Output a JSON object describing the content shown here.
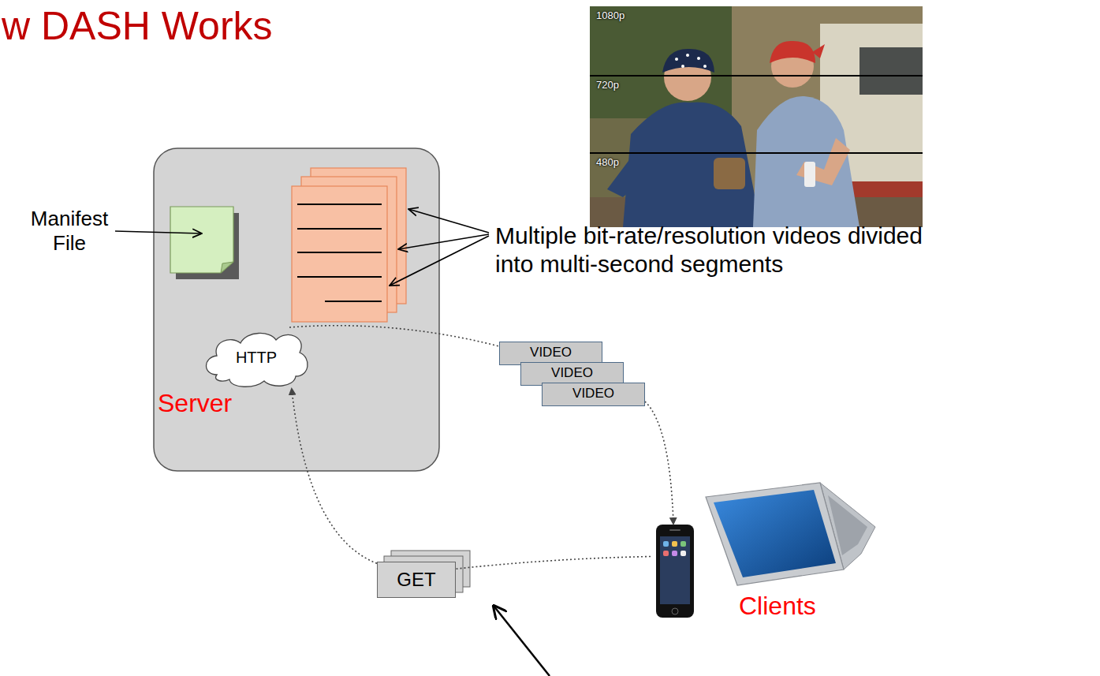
{
  "diagram": {
    "title": "w DASH Works",
    "nodes": [
      {
        "text": [
          "Server"
        ]
      },
      {
        "text": [
          "HTTP"
        ],
        "in": 0
      },
      {
        "text": [
          "VIDEO"
        ]
      },
      {
        "text": [
          "VIDEO"
        ]
      },
      {
        "text": [
          "VIDEO"
        ]
      },
      {
        "text": [
          "GET"
        ]
      },
      {
        "text": [
          "Clients"
        ]
      }
    ],
    "edges": [
      {
        "from": 1,
        "to": 2,
        "arrow": "none"
      },
      {
        "from": 4,
        "to": 6,
        "arrow": "to"
      },
      {
        "from": 6,
        "to": 5,
        "arrow": "none"
      },
      {
        "from": 5,
        "to": 1,
        "arrow": "to"
      }
    ],
    "labels": [
      "Manifest File",
      "Multiple bit-rate/resolution videos divided into multi-second segments",
      "1080p",
      "720p",
      "480p"
    ]
  }
}
